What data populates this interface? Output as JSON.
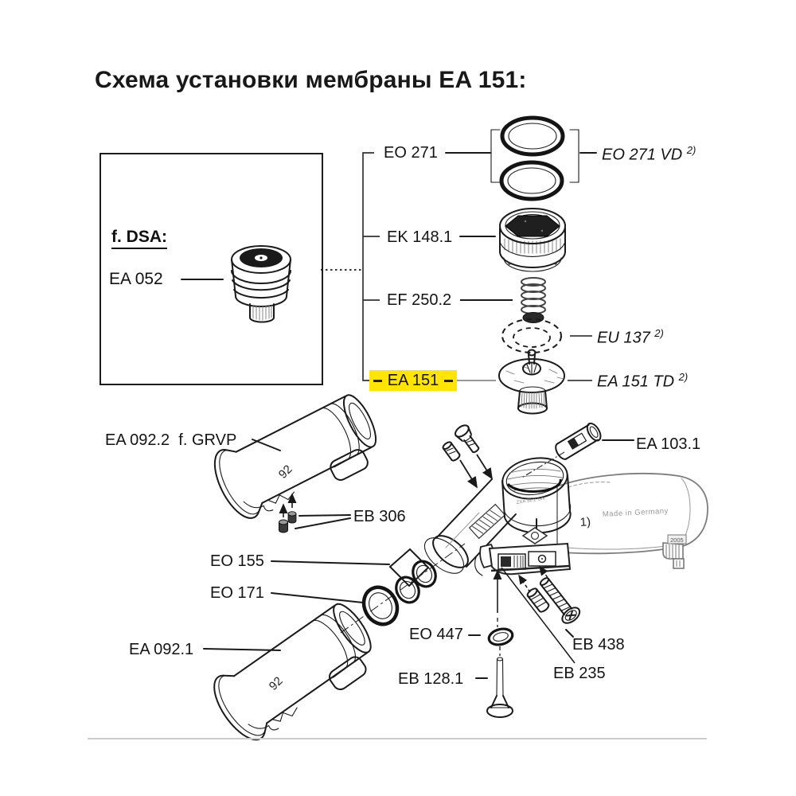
{
  "title": "Схема установки мембраны EA 151:",
  "inset": {
    "heading": "f. DSA:",
    "part": "EA 052"
  },
  "parts": {
    "eo271": "EO 271",
    "eo271_vd": "EO 271 VD",
    "ek148_1": "EK 148.1",
    "ef250_2": "EF 250.2",
    "eu137": "EU 137",
    "ea151": "EA 151",
    "ea151_td": "EA 151 TD",
    "ea092_2": "EA 092.2  f. GRVP",
    "ea103_1": "EA 103.1",
    "eb306": "EB 306",
    "eo155": "EO 155",
    "eo171": "EO 171",
    "ea092_1": "EA 092.1",
    "eo447": "EO 447",
    "eb128_1": "EB 128.1",
    "eb438": "EB 438",
    "eb235": "EB 235"
  },
  "footnote_sup": "2)",
  "annotations": {
    "spout_marking": "92",
    "body_footnote": "1)",
    "made_in": "Made in Germany",
    "year_tag": "2005",
    "collar_text": "ZXA SL 2 GN"
  },
  "colors": {
    "highlight": "#ffe404",
    "line_art": "#1a1a1a",
    "light_rule": "#cccccc"
  }
}
